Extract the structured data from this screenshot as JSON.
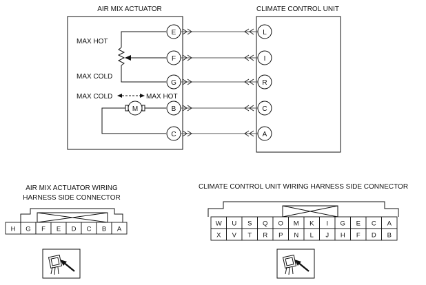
{
  "actuator": {
    "title": "AIR MIX ACTUATOR",
    "max_hot_label": "MAX HOT",
    "max_cold_label": "MAX COLD",
    "motor_dir_cold": "MAX COLD",
    "motor_dir_hot": "MAX HOT",
    "motor_label": "M",
    "terminals": [
      "E",
      "F",
      "G",
      "B",
      "C"
    ]
  },
  "control_unit": {
    "title": "CLIMATE CONTROL UNIT",
    "terminals": [
      "L",
      "I",
      "R",
      "C",
      "A"
    ]
  },
  "left_connector": {
    "title_line1": "AIR MIX ACTUATOR WIRING",
    "title_line2": "HARNESS SIDE CONNECTOR",
    "pins": [
      "H",
      "G",
      "F",
      "E",
      "D",
      "C",
      "B",
      "A"
    ]
  },
  "right_connector": {
    "title": "CLIMATE CONTROL UNIT WIRING HARNESS SIDE CONNECTOR",
    "top_row": [
      "W",
      "U",
      "S",
      "Q",
      "O",
      "M",
      "K",
      "I",
      "G",
      "E",
      "C",
      "A"
    ],
    "bottom_row": [
      "X",
      "V",
      "T",
      "R",
      "P",
      "N",
      "L",
      "J",
      "H",
      "F",
      "D",
      "B"
    ]
  },
  "icons": {
    "left_connector_view": "connector-view-icon",
    "right_connector_view": "connector-view-icon"
  }
}
